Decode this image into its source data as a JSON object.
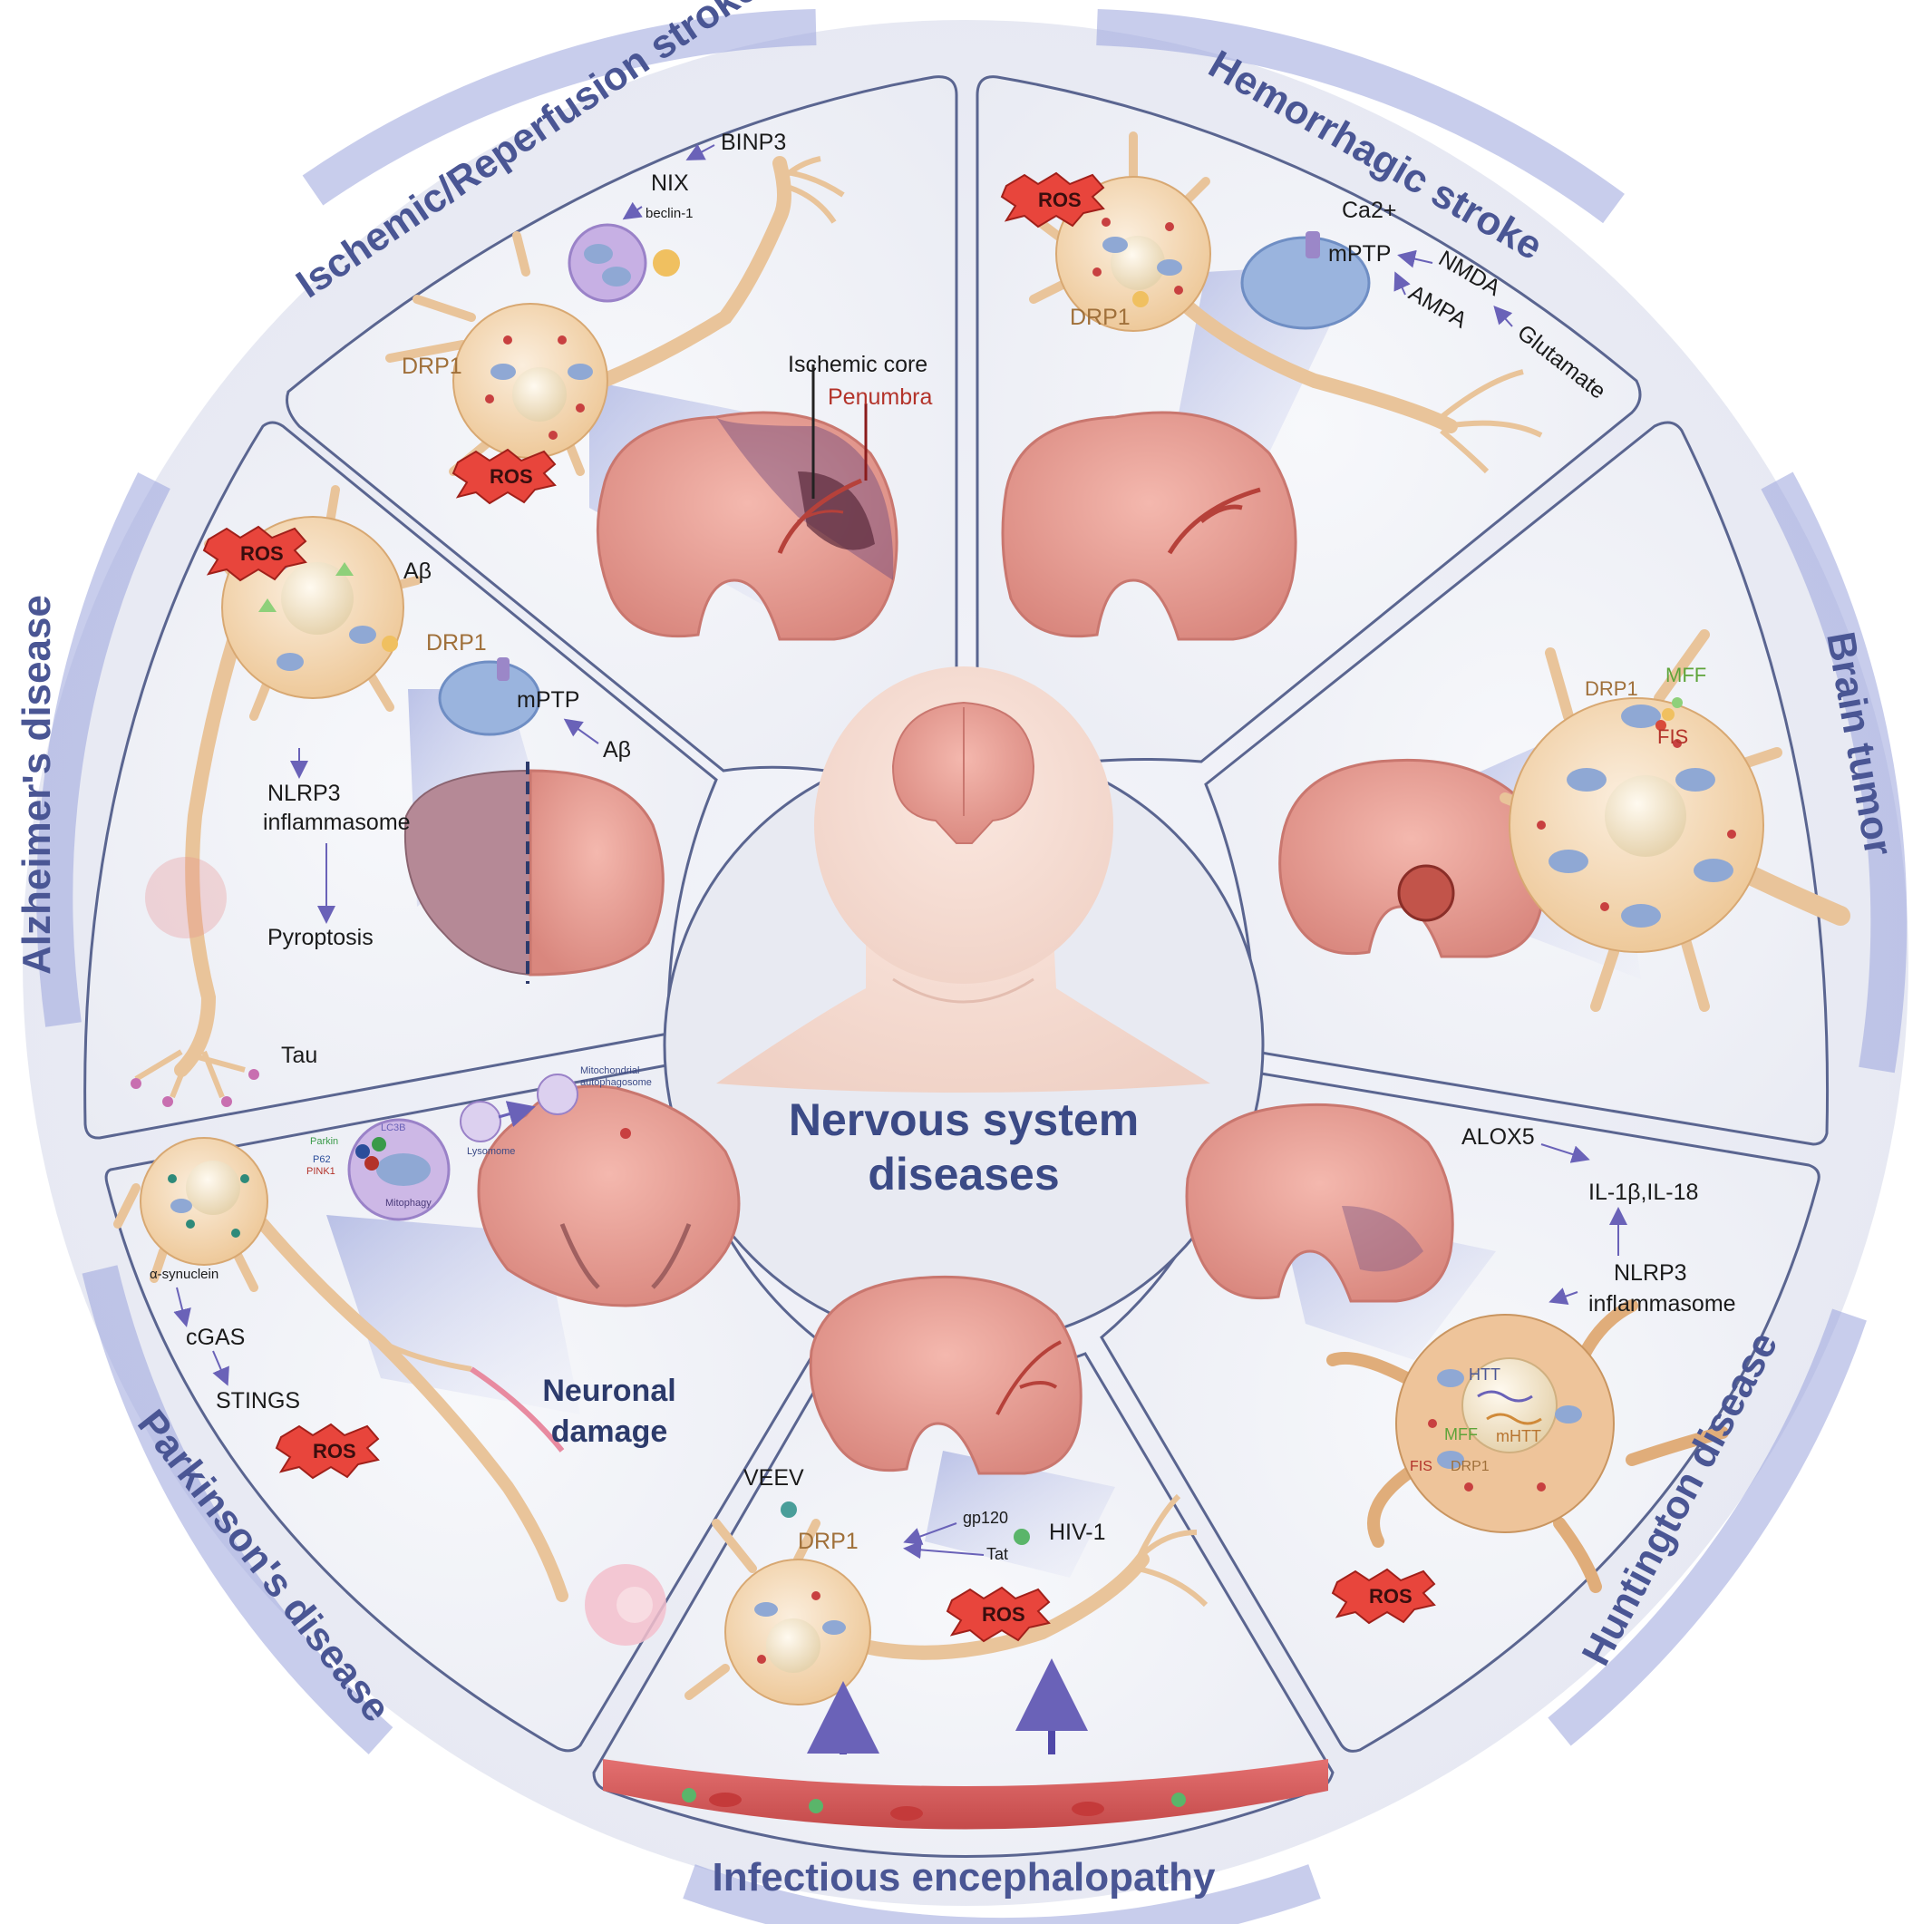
{
  "ring_titles": {
    "ischemic": "Ischemic/Reperfusion stroke",
    "hemorrhagic": "Hemorrhagic stroke",
    "tumor": "Brain tumor",
    "huntington": "Huntington disease",
    "infectious": "Infectious encephalopathy",
    "parkinson": "Parkinson's disease",
    "alzheimer": "Alzheimer's disease"
  },
  "center": {
    "line1": "Nervous system",
    "line2": "diseases"
  },
  "ischemic": {
    "binp3": "BINP3",
    "nix": "NIX",
    "beclin": "beclin-1",
    "drp1": "DRP1",
    "ros": "ROS",
    "core": "Ischemic core",
    "penumbra": "Penumbra"
  },
  "hemorrhagic": {
    "ros": "ROS",
    "ca": "Ca2+",
    "mptp": "mPTP",
    "nmda": "NMDA",
    "ampa": "AMPA",
    "glutamate": "Glutamate",
    "drp1": "DRP1"
  },
  "alzheimer": {
    "ros": "ROS",
    "abeta1": "Aβ",
    "drp1": "DRP1",
    "mptp": "mPTP",
    "abeta2": "Aβ",
    "nlrp3_1": "NLRP3",
    "nlrp3_2": "inflammasome",
    "pyroptosis": "Pyroptosis",
    "tau": "Tau"
  },
  "tumor": {
    "drp1": "DRP1",
    "mff": "MFF",
    "fis": "FIS"
  },
  "huntington": {
    "alox5": "ALOX5",
    "il": "IL-1β,IL-18",
    "nlrp3_1": "NLRP3",
    "nlrp3_2": "inflammasome",
    "htt": "HTT",
    "mhtt": "mHTT",
    "mff": "MFF",
    "fis": "FIS",
    "drp1": "DRP1",
    "ros": "ROS"
  },
  "parkinson": {
    "parkin": "Parkin",
    "lc3b": "LC3B",
    "p62": "P62",
    "pink1": "PINK1",
    "mitophagy": "Mitophagy",
    "lysosome": "Lysomome",
    "mito_auto_1": "Mitochondrial",
    "mito_auto_2": "autophagosome",
    "asyn": "α-synuclein",
    "cgas": "cGAS",
    "stings": "STINGS",
    "ros": "ROS",
    "damage1": "Neuronal",
    "damage2": "damage"
  },
  "infectious": {
    "veev": "VEEV",
    "drp1": "DRP1",
    "gp120": "gp120",
    "tat": "Tat",
    "hiv": "HIV-1",
    "ros": "ROS"
  },
  "colors": {
    "panel_fill": "#eef0f7",
    "panel_stroke": "#5a6590",
    "brain": "#e9a39a",
    "neuron": "#f5ddbb",
    "ros_red": "#e8453c",
    "title_blue": "#4a5694"
  }
}
